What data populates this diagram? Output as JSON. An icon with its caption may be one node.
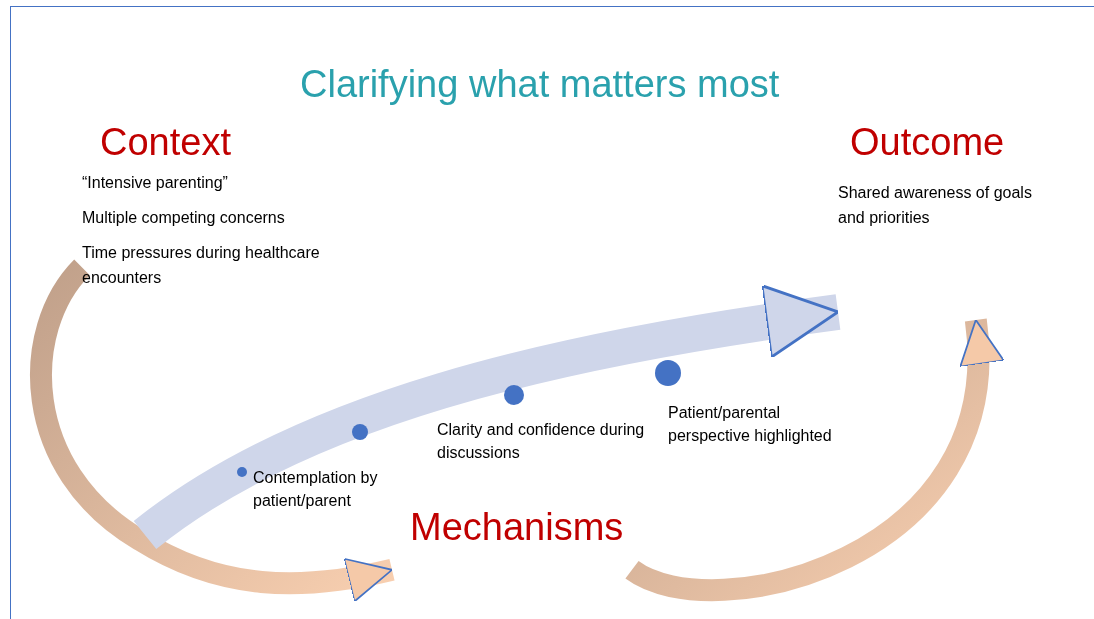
{
  "diagram": {
    "title": "Clarifying what matters most",
    "nodes": [
      {
        "text": [
          "Context",
          "“Intensive parenting”",
          "Multiple competing concerns",
          "Time pressures during healthcare encounters"
        ]
      },
      {
        "text": [
          "Mechanisms"
        ]
      },
      {
        "text": [
          "Outcome",
          "Shared awareness of goals and priorities"
        ]
      }
    ],
    "edges": [
      {
        "from": 0,
        "to": 1,
        "arrow": "to"
      },
      {
        "from": 1,
        "to": 2,
        "arrow": "to"
      },
      {
        "from": null,
        "to": 2,
        "arrow": "to",
        "color": "#cfd6ea"
      }
    ],
    "labels": [
      "Contemplation by patient/parent",
      "Clarity and confidence during discussions",
      "Patient/parental perspective highlighted"
    ]
  }
}
